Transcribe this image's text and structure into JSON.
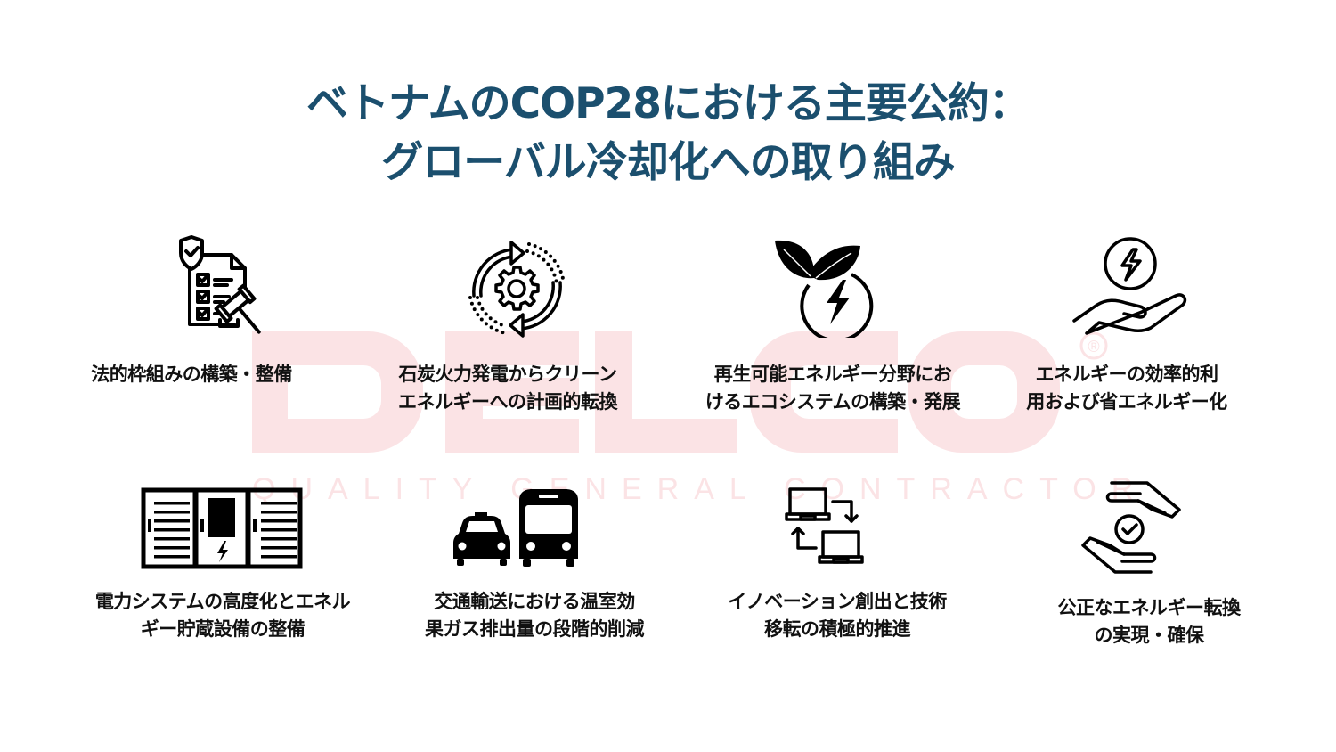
{
  "slide": {
    "title_lines": [
      "ベトナムのCOP28における主要公約：",
      "グローバル冷却化への取り組み"
    ],
    "title_color": "#1b4f6e",
    "watermark": {
      "brand": "DELCO",
      "registered_mark": "®",
      "tagline": "QUALITY GENERAL CONTRACTOR",
      "color": "#fbe3e5"
    }
  },
  "commitments": [
    {
      "icon": "legal-framework-checklist-gavel-icon",
      "lines": [
        "法的枠組みの構築・整備"
      ]
    },
    {
      "icon": "cycle-gear-transition-icon",
      "lines": [
        "石炭火力発電からクリーン",
        "エネルギーへの計画的転換"
      ]
    },
    {
      "icon": "leaf-lightning-renewable-icon",
      "lines": [
        "再生可能エネルギー分野にお",
        "けるエコシステムの構築・発展"
      ]
    },
    {
      "icon": "hand-lightning-efficiency-icon",
      "lines": [
        "エネルギーの効率的利",
        "用および省エネルギー化"
      ]
    },
    {
      "icon": "energy-storage-cabinets-icon",
      "lines": [
        "電力システムの高度化とエネル",
        "ギー貯蔵設備の整備"
      ]
    },
    {
      "icon": "taxi-bus-transport-icon",
      "lines": [
        "交通輸送における温室効",
        "果ガス排出量の段階的削減"
      ]
    },
    {
      "icon": "laptops-transfer-icon",
      "lines": [
        "イノベーション創出と技術",
        "移転の積極的推進"
      ]
    },
    {
      "icon": "hands-check-fairness-icon",
      "lines": [
        "公正なエネルギー転換",
        "の実現・確保"
      ]
    }
  ]
}
